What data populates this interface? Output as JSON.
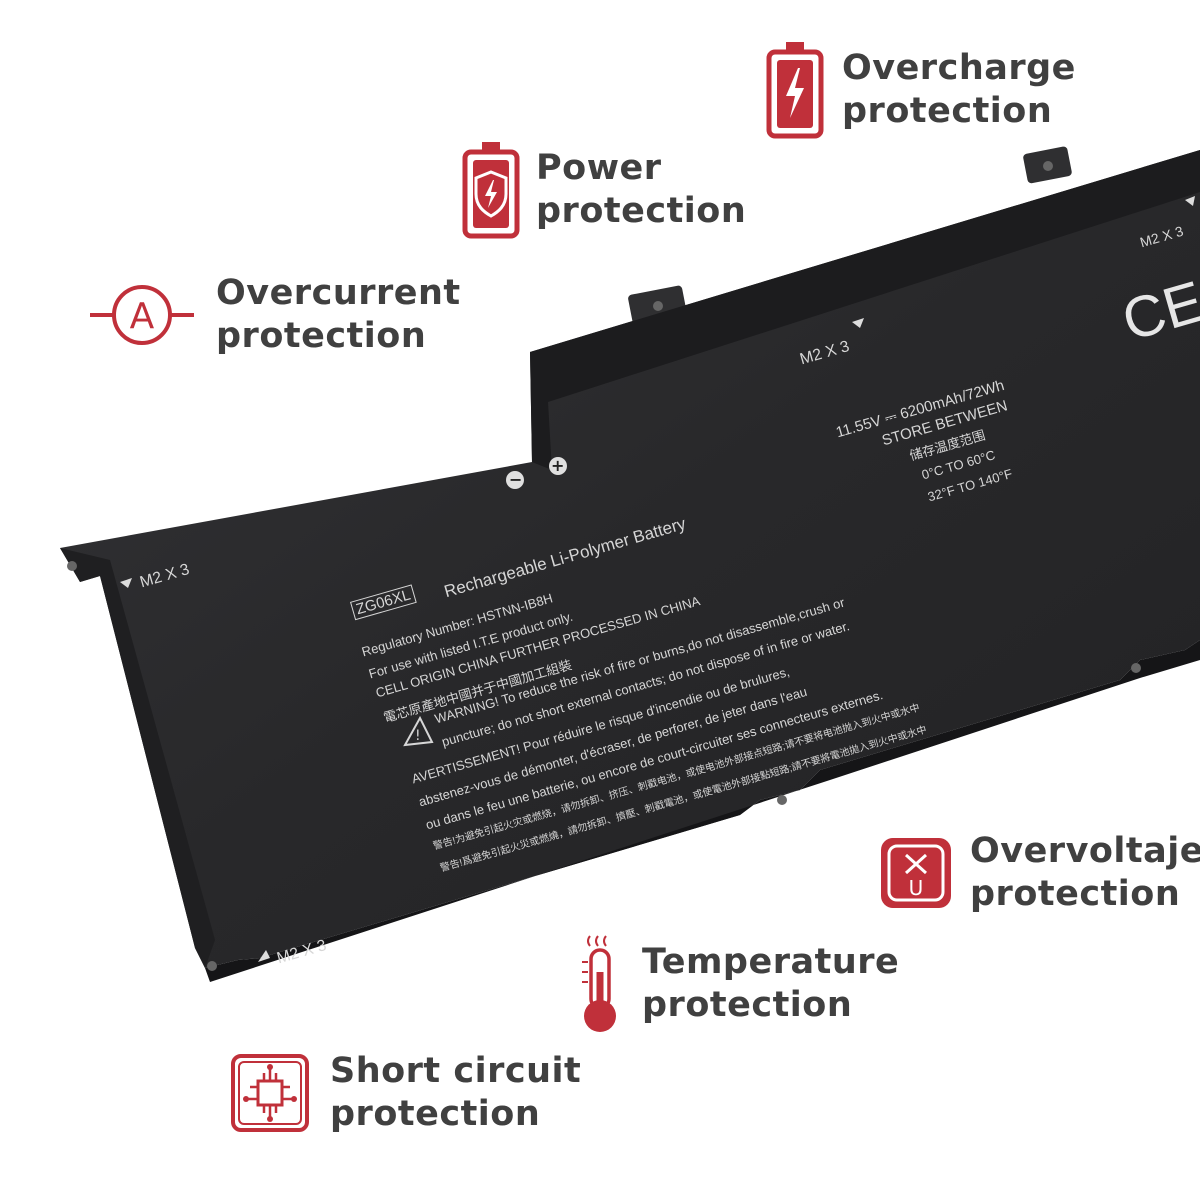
{
  "features": {
    "overcharge": {
      "line1": "Overcharge",
      "line2": "protection",
      "icon": "battery-bolt-icon"
    },
    "power": {
      "line1": "Power",
      "line2": "protection",
      "icon": "battery-shield-icon"
    },
    "overcurrent": {
      "line1": "Overcurrent",
      "line2": "protection",
      "icon": "ammeter-icon"
    },
    "overvoltage": {
      "line1": "Overvoltaje",
      "line2": "protection",
      "icon": "voltage-icon"
    },
    "temperature": {
      "line1": "Temperature",
      "line2": "protection",
      "icon": "thermometer-icon"
    },
    "short_circuit": {
      "line1": "Short circuit",
      "line2": "protection",
      "icon": "circuit-chip-icon"
    }
  },
  "battery": {
    "model": "ZG06XL",
    "type": "Rechargeable Li-Polymer Battery",
    "reg_number": "Regulatory Number: HSTNN-IB8H",
    "use_with": "For use with listed I.T.E product only.",
    "origin_en": "CELL ORIGIN CHINA FURTHER PROCESSED IN CHINA",
    "origin_cn": "電芯原產地中國并于中國加工組裝",
    "warning_en_1": "WARNING! To reduce the risk of fire or burns,do not disassemble,crush or",
    "warning_en_2": "puncture; do not short external contacts; do not dispose of in fire or water.",
    "warning_fr_1": "AVERTISSEMENT! Pour réduire le risque d'incendie ou de brulures,",
    "warning_fr_2": "abstenez-vous de démonter, d'écraser, de perforer, de jeter dans l'eau",
    "warning_fr_3": "ou dans le feu une batterie, ou encore de court-circuiter ses connecteurs externes.",
    "warning_cn_1": "警告!为避免引起火灾或燃烧，请勿拆卸、挤压、刺戳电池，或使电池外部接点短路;请不要将电池抛入到火中或水中",
    "warning_cn_2": "警告!爲避免引起火災或燃燒，請勿拆卸、擠壓、刺戳電池，或使電池外部接點短路;請不要將電池拋入到火中或水中",
    "rating": "11.55V ⎓ 6200mAh/72Wh",
    "store": "STORE BETWEEN",
    "store_cn": "储存温度范围",
    "temp_c": "0°C TO 60°C",
    "temp_f": "32°F TO 140°F",
    "screw_label": "M2 X 3",
    "ce_mark": "CE",
    "terminals": "− +"
  },
  "colors": {
    "accent": "#c0303a",
    "text": "#404040",
    "battery_body": "#2a2a2c"
  }
}
